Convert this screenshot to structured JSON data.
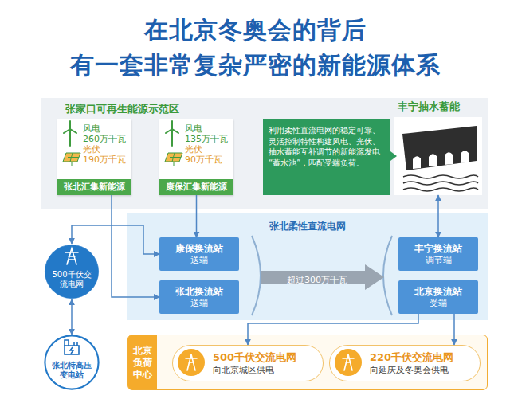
{
  "diagram": {
    "title": "在北京冬奥会的背后 有一套非常复杂严密的新能源体系",
    "nodes": [
      {
        "text": [
          "张家口可再生能源示范区"
        ]
      },
      {
        "text": [
          "风电",
          "260万千瓦",
          "光伏",
          "190万千瓦",
          "张北汇集新能源"
        ],
        "in": 0
      },
      {
        "text": [
          "风电",
          "135万千瓦",
          "光伏",
          "90万千瓦",
          "康保汇集新能源"
        ],
        "in": 0
      },
      {
        "text": [
          "利用柔性直流电网的稳定可靠、灵活控制特性构建风电、光伏、抽水蓄能互补调节的新能源发电“蓄水池”，匹配受端负荷。"
        ],
        "in": 0
      },
      {
        "text": [
          "丰宁抽水蓄能"
        ],
        "in": 0
      },
      {
        "text": [
          "张北柔性直流电网"
        ]
      },
      {
        "text": [
          "康保换流站",
          "送端"
        ],
        "in": 5
      },
      {
        "text": [
          "张北换流站",
          "送端"
        ],
        "in": 5
      },
      {
        "text": [
          "丰宁换流站",
          "调节端"
        ],
        "in": 5
      },
      {
        "text": [
          "北京换流站",
          "受端"
        ],
        "in": 5
      },
      {
        "text": [
          "500千伏交流电网"
        ]
      },
      {
        "text": [
          "张北特高压变电站"
        ]
      },
      {
        "text": [
          "北京负荷中心"
        ]
      },
      {
        "text": [
          "500千伏交流电网",
          "向北京城区供电"
        ],
        "in": 12
      },
      {
        "text": [
          "220千伏交流电网",
          "向延庆及冬奥会供电"
        ],
        "in": 12
      }
    ],
    "edges": [
      {
        "from": 1,
        "to": 7,
        "arrow": "to"
      },
      {
        "from": 2,
        "to": 6,
        "arrow": "to"
      },
      {
        "from": 10,
        "to": 6,
        "arrow": "both"
      },
      {
        "from": 10,
        "to": 11,
        "arrow": "both"
      },
      {
        "from": 4,
        "to": 8,
        "arrow": "both"
      },
      {
        "from": 9,
        "to": 13,
        "arrow": "to"
      },
      {
        "from": 9,
        "to": 14,
        "arrow": "to"
      }
    ],
    "labels": [
      "超过300万千瓦"
    ]
  }
}
